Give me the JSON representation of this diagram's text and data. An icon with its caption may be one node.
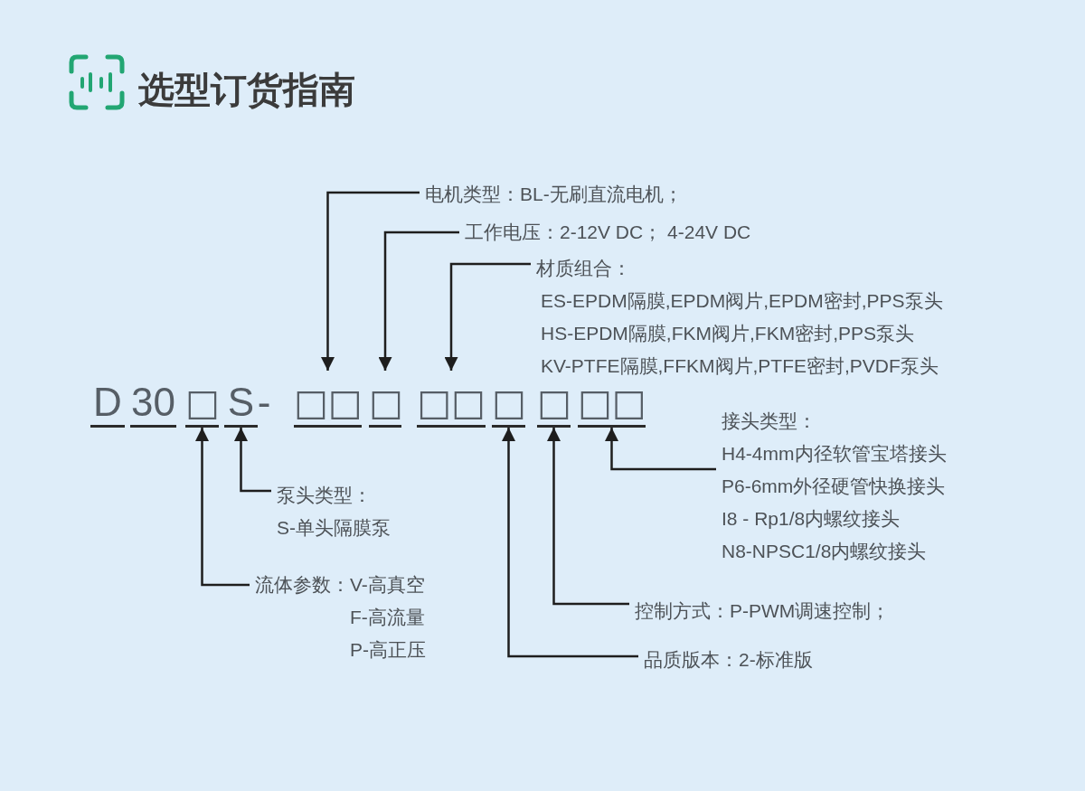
{
  "diagram": {
    "title": "选型订货指南",
    "nodes": [
      {
        "text": [
          "电机类型：BL-无刷直流电机；"
        ]
      },
      {
        "text": [
          "工作电压：2-12V DC； 4-24V DC"
        ]
      },
      {
        "text": [
          "材质组合：",
          "ES-EPDM隔膜,EPDM阀片,EPDM密封,PPS泵头",
          "HS-EPDM隔膜,FKM阀片,FKM密封,PPS泵头",
          "KV-PTFE隔膜,FFKM阀片,PTFE密封,PVDF泵头"
        ]
      },
      {
        "text": [
          "□"
        ]
      },
      {
        "text": [
          "S"
        ]
      },
      {
        "text": [
          "□□"
        ]
      },
      {
        "text": [
          "□"
        ]
      },
      {
        "text": [
          "□□"
        ]
      },
      {
        "text": [
          "□"
        ]
      },
      {
        "text": [
          "□"
        ]
      },
      {
        "text": [
          "□□"
        ]
      },
      {
        "text": [
          "接头类型：",
          "H4-4mm内径软管宝塔接头",
          "P6-6mm外径硬管快换接头",
          "I8 - Rp1/8内螺纹接头",
          "N8-NPSC1/8内螺纹接头"
        ]
      },
      {
        "text": [
          "泵头类型：",
          "S-单头隔膜泵"
        ]
      },
      {
        "text": [
          "流体参数：",
          "V-高真空",
          "F-高流量",
          "P-高正压"
        ]
      },
      {
        "text": [
          "控制方式：P-PWM调速控制；"
        ]
      },
      {
        "text": [
          "品质版本：2-标准版"
        ]
      }
    ],
    "edges": [
      {
        "from": 0,
        "to": 5,
        "arrow": "to"
      },
      {
        "from": 1,
        "to": 6,
        "arrow": "to"
      },
      {
        "from": 2,
        "to": 7,
        "arrow": "to"
      },
      {
        "from": 11,
        "to": 10,
        "arrow": "to"
      },
      {
        "from": 12,
        "to": 4,
        "arrow": "to"
      },
      {
        "from": 13,
        "to": 3,
        "arrow": "to"
      },
      {
        "from": 14,
        "to": 9,
        "arrow": "to"
      },
      {
        "from": 15,
        "to": 8,
        "arrow": "to"
      }
    ],
    "labels": [
      "D",
      "30",
      "-"
    ]
  }
}
